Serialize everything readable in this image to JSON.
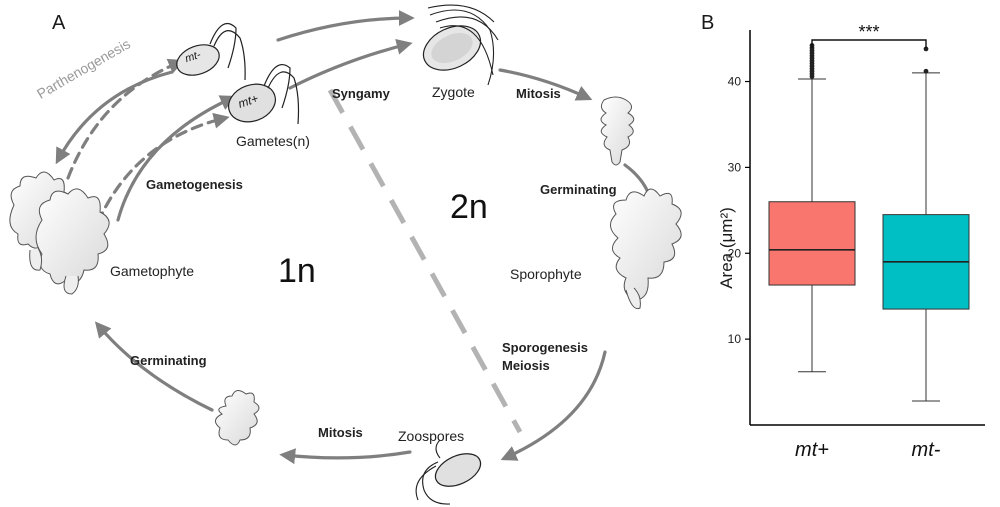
{
  "panels": {
    "a": "A",
    "b": "B"
  },
  "lifecycle": {
    "stages": {
      "gametes": "Gametes(n)",
      "zygote": "Zygote",
      "sporophyte": "Sporophyte",
      "zoospores": "Zoospores",
      "gametophyte": "Gametophyte"
    },
    "steps": {
      "parthenogenesis": "Parthenogenesis",
      "syngamy": "Syngamy",
      "mitosis_top": "Mitosis",
      "germinating_right": "Germinating",
      "sporogenesis": "Sporogenesis",
      "meiosis": "Meiosis",
      "mitosis_bottom": "Mitosis",
      "germinating_left": "Germinating",
      "gametogenesis": "Gametogenesis"
    },
    "gamete_labels": {
      "minus": "mt-",
      "plus": "mt+"
    },
    "ploidy": {
      "haploid": "1n",
      "diploid": "2n"
    },
    "colors": {
      "arrow": "#7f7f7f",
      "dashed_divider": "#b3b3b3",
      "parthenogenesis_text": "#9a9a9a"
    }
  },
  "chart_data": {
    "type": "boxplot",
    "ylabel": "Area (μm²)",
    "categories": [
      "mt+",
      "mt-"
    ],
    "ylim": [
      0,
      46
    ],
    "yticks": [
      10,
      20,
      30,
      40
    ],
    "grid": false,
    "significance": {
      "label": "***",
      "between": [
        "mt+",
        "mt-"
      ]
    },
    "boxes": [
      {
        "category": "mt+",
        "whisker_low": 6.2,
        "q1": 16.3,
        "median": 20.4,
        "q3": 26.0,
        "whisker_high": 40.3,
        "outliers": [
          40.6,
          40.9,
          41.2,
          41.5,
          41.8,
          42.1,
          42.4,
          42.7,
          43.0,
          43.3,
          43.6,
          43.9,
          44.2
        ],
        "color": "#f8766d"
      },
      {
        "category": "mt-",
        "whisker_low": 2.8,
        "q1": 13.5,
        "median": 19.0,
        "q3": 24.5,
        "whisker_high": 41.0,
        "outliers": [
          41.2,
          43.8
        ],
        "color": "#00bfc4"
      }
    ]
  }
}
